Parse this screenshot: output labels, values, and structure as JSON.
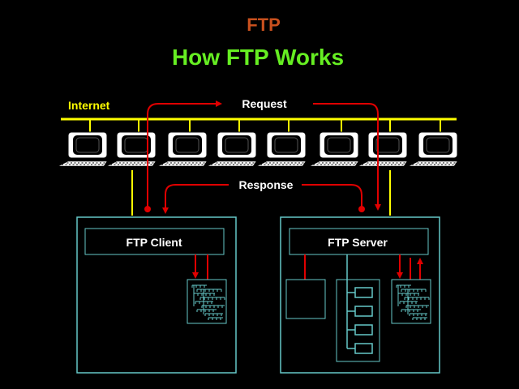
{
  "slide": {
    "topic": "FTP",
    "title": "How FTP Works",
    "colors": {
      "topic": "#c8501e",
      "title": "#66ee22",
      "network": "#ffff00",
      "flow": "#e00000",
      "box_border": "#66c8c8",
      "text": "#ffffff"
    }
  },
  "network": {
    "label": "Internet",
    "request_label": "Request",
    "response_label": "Response",
    "computer_count": 8
  },
  "client": {
    "label": "FTP Client"
  },
  "server": {
    "label": "FTP Server",
    "directory_entries": 4
  }
}
